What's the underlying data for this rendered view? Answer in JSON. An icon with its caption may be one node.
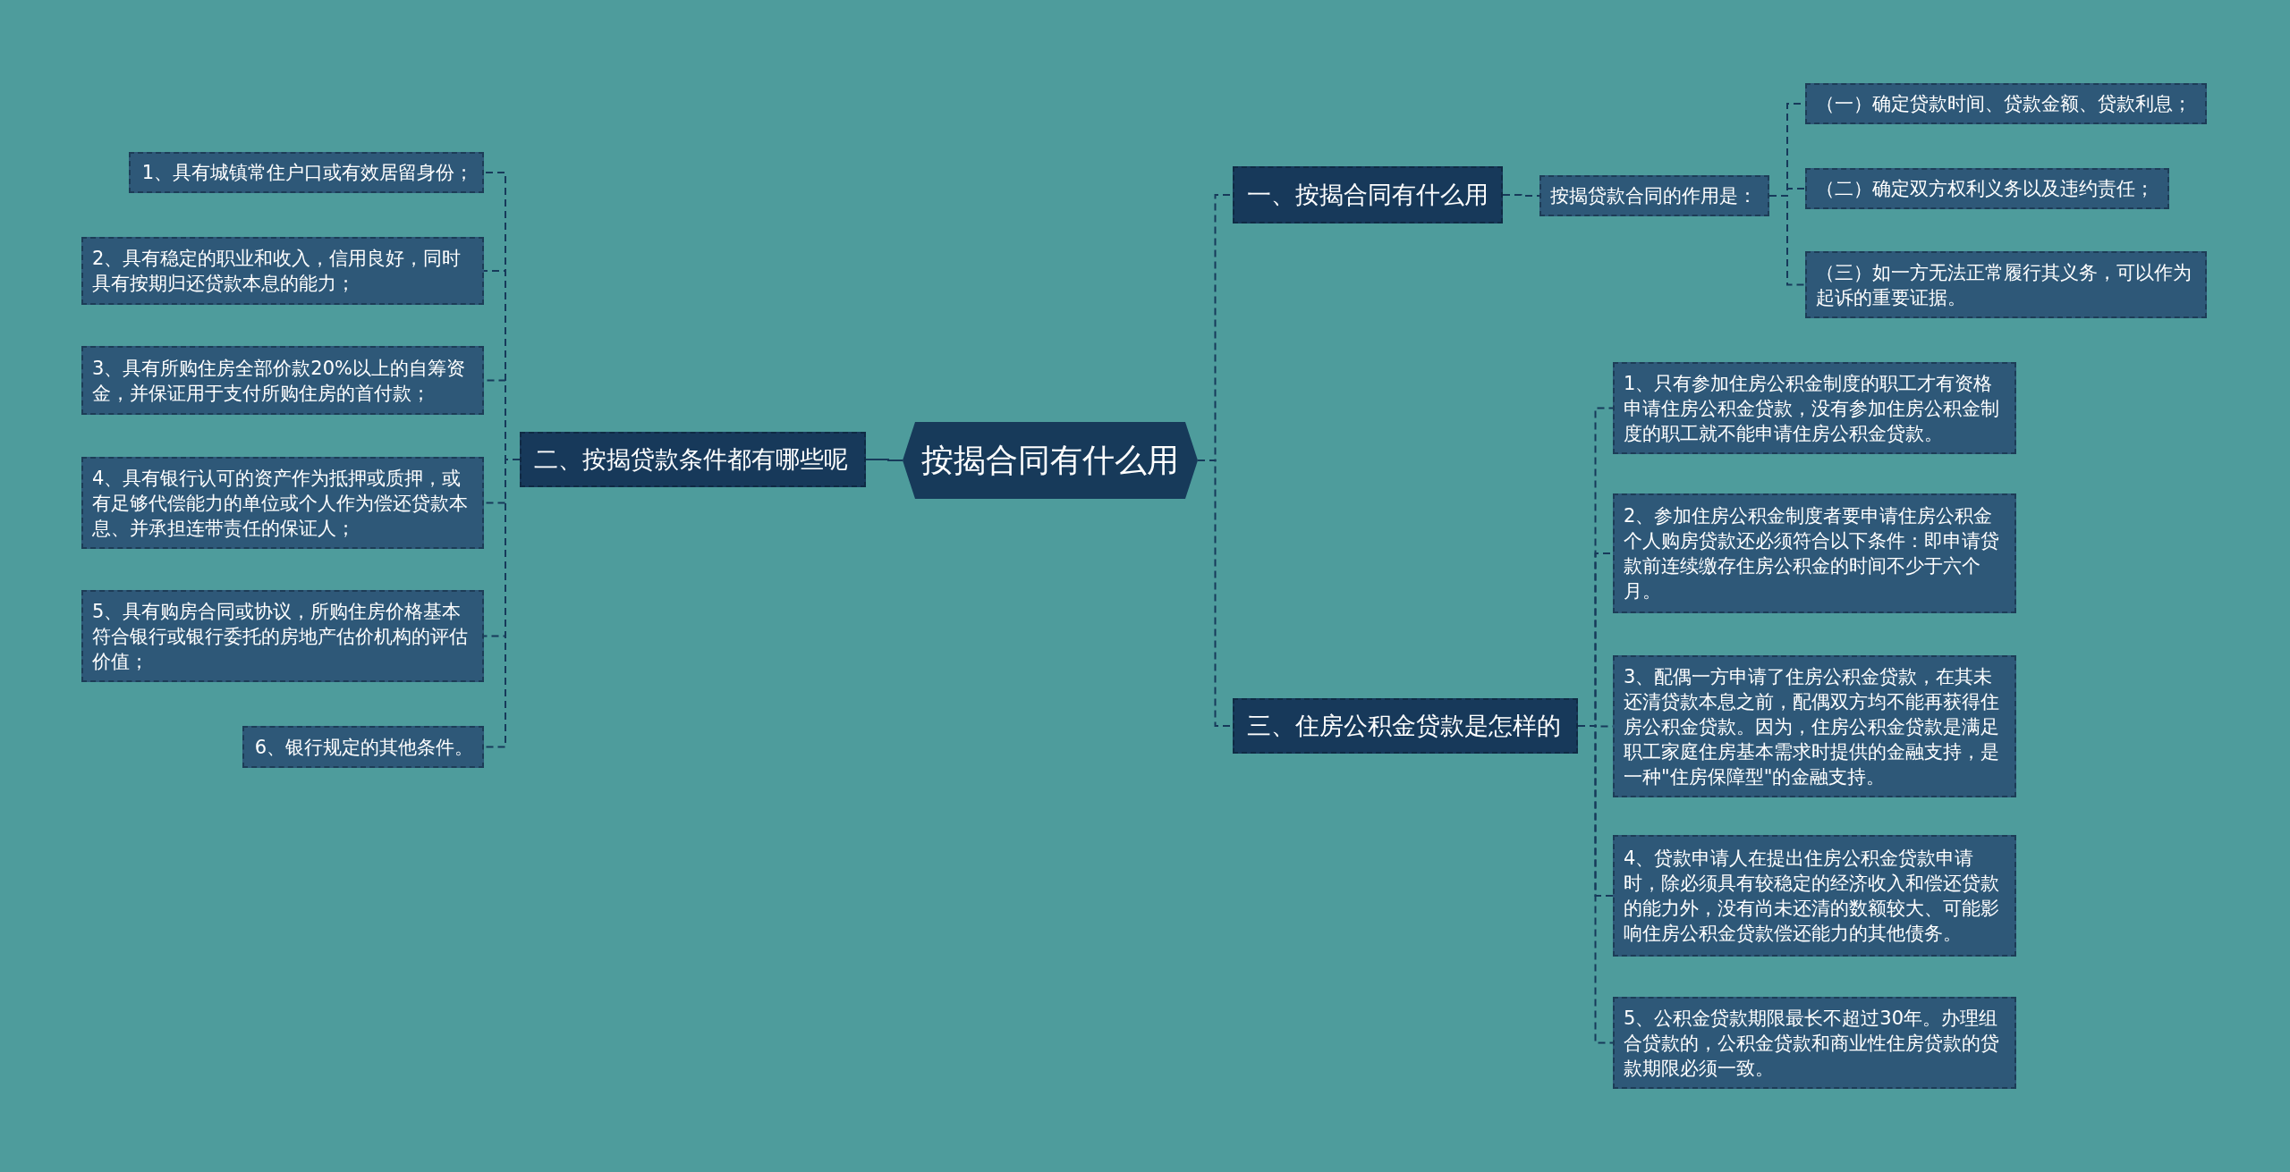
{
  "diagram": {
    "nodes": [
      {
        "text": [
          "按揭合同有什么用"
        ]
      },
      {
        "text": [
          "一、按揭合同有什么用"
        ]
      },
      {
        "text": [
          "按揭贷款合同的作用是："
        ]
      },
      {
        "text": [
          "（一）确定贷款时间、贷款金额、贷款利息；"
        ]
      },
      {
        "text": [
          "（二）确定双方权利义务以及违约责任；"
        ]
      },
      {
        "text": [
          "（三）如一方无法正常履行其义务，可以作为起诉的重要证据。"
        ]
      },
      {
        "text": [
          "二、按揭贷款条件都有哪些呢"
        ]
      },
      {
        "text": [
          "1、具有城镇常住户口或有效居留身份；"
        ]
      },
      {
        "text": [
          "2、具有稳定的职业和收入，信用良好，同时具有按期归还贷款本息的能力；"
        ]
      },
      {
        "text": [
          "3、具有所购住房全部价款20%以上的自筹资金，并保证用于支付所购住房的首付款；"
        ]
      },
      {
        "text": [
          "4、具有银行认可的资产作为抵押或质押，或有足够代偿能力的单位或个人作为偿还贷款本息、并承担连带责任的保证人；"
        ]
      },
      {
        "text": [
          "5、具有购房合同或协议，所购住房价格基本符合银行或银行委托的房地产估价机构的评估价值；"
        ]
      },
      {
        "text": [
          "6、银行规定的其他条件。"
        ]
      },
      {
        "text": [
          "三、住房公积金贷款是怎样的"
        ]
      },
      {
        "text": [
          "1、只有参加住房公积金制度的职工才有资格申请住房公积金贷款，没有参加住房公积金制度的职工就不能申请住房公积金贷款。"
        ]
      },
      {
        "text": [
          "2、参加住房公积金制度者要申请住房公积金个人购房贷款还必须符合以下条件：即申请贷款前连续缴存住房公积金的时间不少于六个月。"
        ]
      },
      {
        "text": [
          "3、配偶一方申请了住房公积金贷款，在其未还清贷款本息之前，配偶双方均不能再获得住房公积金贷款。因为，住房公积金贷款是满足职工家庭住房基本需求时提供的金融支持，是一种\"住房保障型\"的金融支持。"
        ]
      },
      {
        "text": [
          "4、贷款申请人在提出住房公积金贷款申请时，除必须具有较稳定的经济收入和偿还贷款的能力外，没有尚未还清的数额较大、可能影响住房公积金贷款偿还能力的其他债务。"
        ]
      },
      {
        "text": [
          "5、公积金贷款期限最长不超过30年。办理组合贷款的，公积金贷款和商业性住房贷款的贷款期限必须一致。"
        ]
      }
    ],
    "edges": [
      {
        "from": 0,
        "to": 1,
        "arrow": "none",
        "style": "dashed"
      },
      {
        "from": 0,
        "to": 6,
        "arrow": "none"
      },
      {
        "from": 0,
        "to": 13,
        "arrow": "none",
        "style": "dashed"
      },
      {
        "from": 1,
        "to": 2,
        "arrow": "none",
        "style": "dashed"
      },
      {
        "from": 2,
        "to": 3,
        "arrow": "none",
        "style": "dashed"
      },
      {
        "from": 2,
        "to": 4,
        "arrow": "none",
        "style": "dashed"
      },
      {
        "from": 2,
        "to": 5,
        "arrow": "none",
        "style": "dashed"
      },
      {
        "from": 6,
        "to": 7,
        "arrow": "none",
        "style": "dashed"
      },
      {
        "from": 6,
        "to": 8,
        "arrow": "none",
        "style": "dashed"
      },
      {
        "from": 6,
        "to": 9,
        "arrow": "none",
        "style": "dashed"
      },
      {
        "from": 6,
        "to": 10,
        "arrow": "none",
        "style": "dashed"
      },
      {
        "from": 6,
        "to": 11,
        "arrow": "none",
        "style": "dashed"
      },
      {
        "from": 6,
        "to": 12,
        "arrow": "none",
        "style": "dashed"
      },
      {
        "from": 13,
        "to": 14,
        "arrow": "none",
        "style": "dashed"
      },
      {
        "from": 13,
        "to": 15,
        "arrow": "none",
        "style": "dashed"
      },
      {
        "from": 13,
        "to": 16,
        "arrow": "none",
        "style": "dashed"
      },
      {
        "from": 13,
        "to": 17,
        "arrow": "none",
        "style": "dashed"
      },
      {
        "from": 13,
        "to": 18,
        "arrow": "none",
        "style": "dashed"
      }
    ]
  }
}
